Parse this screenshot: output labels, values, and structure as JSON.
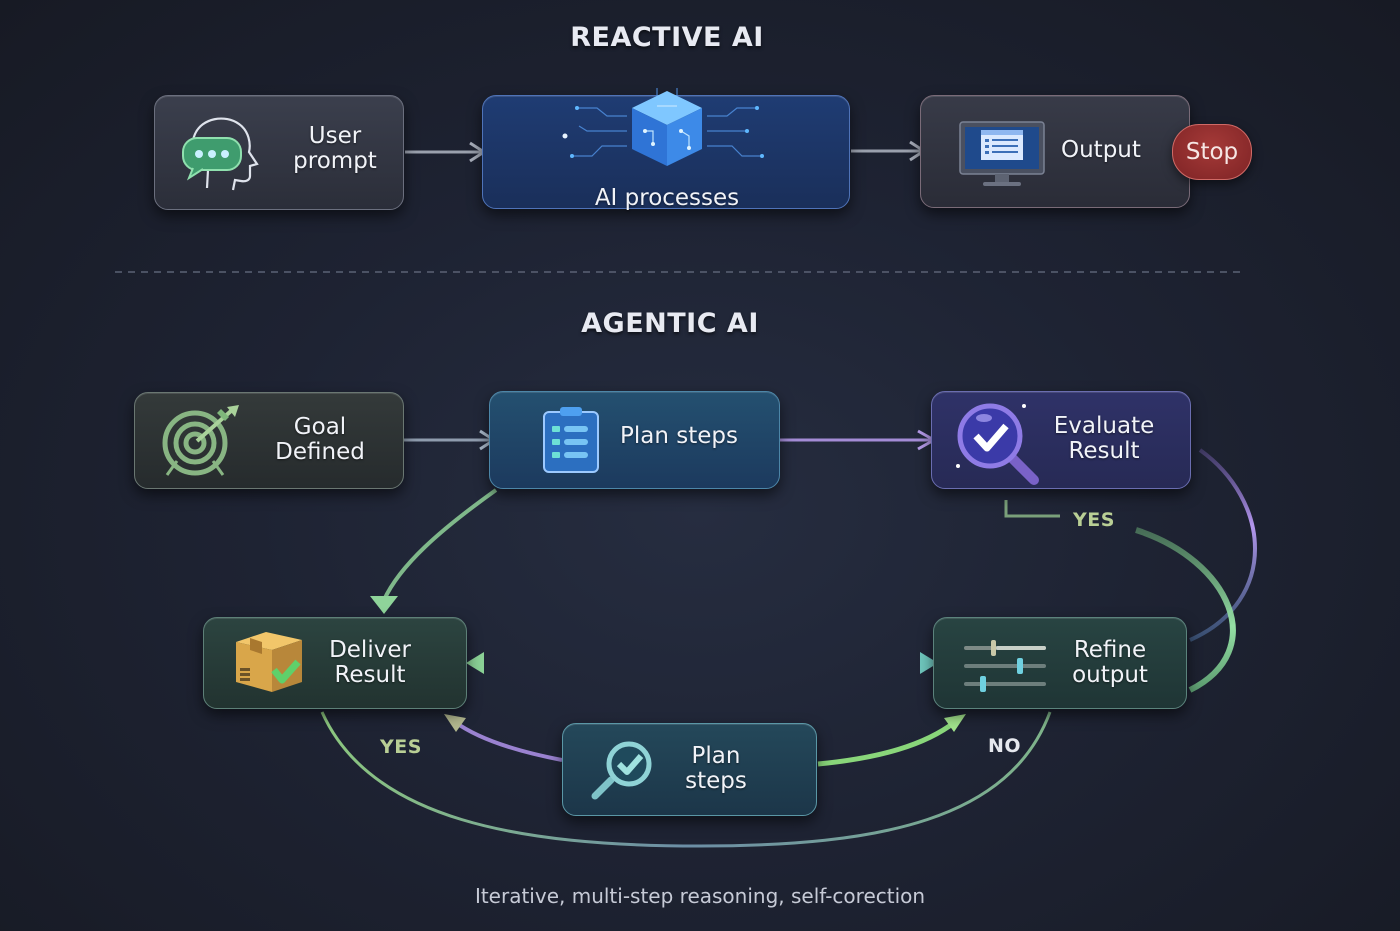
{
  "reactive": {
    "title": "REACTIVE AI",
    "nodes": {
      "user_prompt": {
        "line1": "User",
        "line2": "prompt",
        "icon": "head-chat-icon"
      },
      "ai_processes": {
        "label": "AI processes",
        "icon": "ai-cube-icon"
      },
      "output": {
        "label": "Output",
        "icon": "monitor-icon"
      }
    },
    "stop_label": "Stop"
  },
  "agentic": {
    "title": "AGENTIC AI",
    "nodes": {
      "goal": {
        "line1": "Goal",
        "line2": "Defined",
        "icon": "target-icon"
      },
      "plan": {
        "label": "Plan steps",
        "icon": "clipboard-icon"
      },
      "evaluate": {
        "line1": "Evaluate",
        "line2": "Result",
        "icon": "magnifier-check-icon"
      },
      "deliver": {
        "line1": "Deliver",
        "line2": "Result",
        "icon": "package-check-icon"
      },
      "refine": {
        "line1": "Refine",
        "line2": "output",
        "icon": "sliders-icon"
      },
      "plan2": {
        "line1": "Plan",
        "line2": "steps",
        "icon": "magnifier-check-icon"
      }
    },
    "labels": {
      "yes_top": "YES",
      "yes_bottom": "YES",
      "no_bottom": "NO"
    }
  },
  "footer": "Iterative, multi-step reasoning, self-corection",
  "colors": {
    "arrow_gray": "#9aa0ad",
    "arrow_purple": "#a88be0",
    "arrow_green": "#7fd08a",
    "stop_red": "#9a2f30",
    "yes_text": "#b9cf95",
    "no_text": "#e6e8ee"
  }
}
